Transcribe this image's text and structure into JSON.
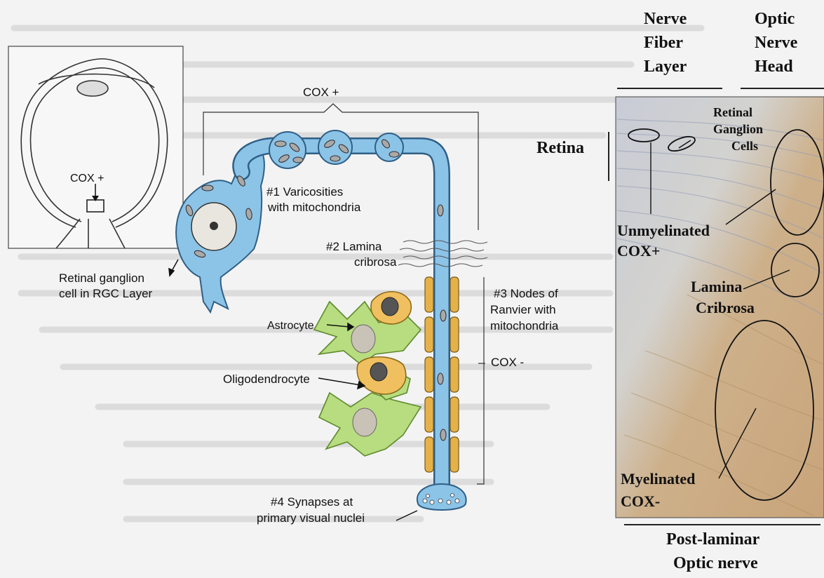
{
  "diagram": {
    "eye_inset": {
      "cox_label": "COX +"
    },
    "labels": {
      "cox_plus_top": "COX +",
      "varicosities": [
        "#1 Varicosities",
        "with mitochondria"
      ],
      "lamina": [
        "#2 Lamina",
        "cribrosa"
      ],
      "nodes": [
        "#3 Nodes of",
        "Ranvier with",
        "mitochondria"
      ],
      "cox_minus": "COX -",
      "rgc": [
        "Retinal ganglion",
        "cell in RGC Layer"
      ],
      "astrocyte": "Astrocyte",
      "oligodendrocyte": "Oligodendrocyte",
      "synapses": [
        "#4 Synapses at",
        "primary visual nuclei"
      ]
    }
  },
  "micrograph": {
    "header_nfl": [
      "Nerve",
      "Fiber",
      "Layer"
    ],
    "header_onh": [
      "Optic",
      "Nerve",
      "Head"
    ],
    "retina": "Retina",
    "rgc": [
      "Retinal",
      "Ganglion",
      "Cells"
    ],
    "unmyelinated": [
      "Unmyelinated",
      "COX+"
    ],
    "lamina": [
      "Lamina",
      "Cribrosa"
    ],
    "myelinated": [
      "Myelinated",
      "COX-"
    ],
    "footer": [
      "Post-laminar",
      "Optic nerve"
    ]
  },
  "colors": {
    "axon_blue": "#8cc4e8",
    "astrocyte_green": "#b8dc80",
    "oligo_orange": "#f0c060",
    "tissue_brown": "#cdb08a"
  }
}
